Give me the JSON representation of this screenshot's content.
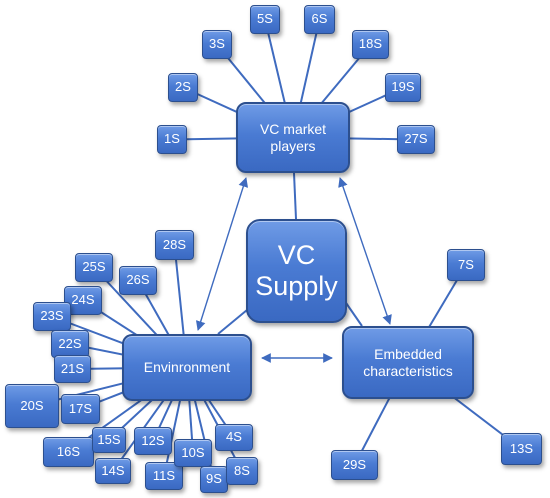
{
  "center": {
    "label": "VC\nSupply"
  },
  "hubs": {
    "market": {
      "label": "VC market\nplayers"
    },
    "environment": {
      "label": "Envinronment"
    },
    "embedded": {
      "label": "Embedded\ncharacteristics"
    }
  },
  "market_nodes": [
    "1S",
    "2S",
    "3S",
    "5S",
    "6S",
    "18S",
    "19S",
    "27S"
  ],
  "environment_nodes": [
    "28S",
    "25S",
    "26S",
    "24S",
    "23S",
    "22S",
    "21S",
    "20S",
    "17S",
    "16S",
    "15S",
    "14S",
    "12S",
    "11S",
    "10S",
    "9S",
    "8S",
    "4S"
  ],
  "embedded_nodes": [
    "7S",
    "29S",
    "13S"
  ],
  "colors": {
    "node_fill": "#4a7bd3",
    "node_border": "#2c4f8e",
    "connector": "#3f6bbf",
    "text": "#ffffff"
  }
}
